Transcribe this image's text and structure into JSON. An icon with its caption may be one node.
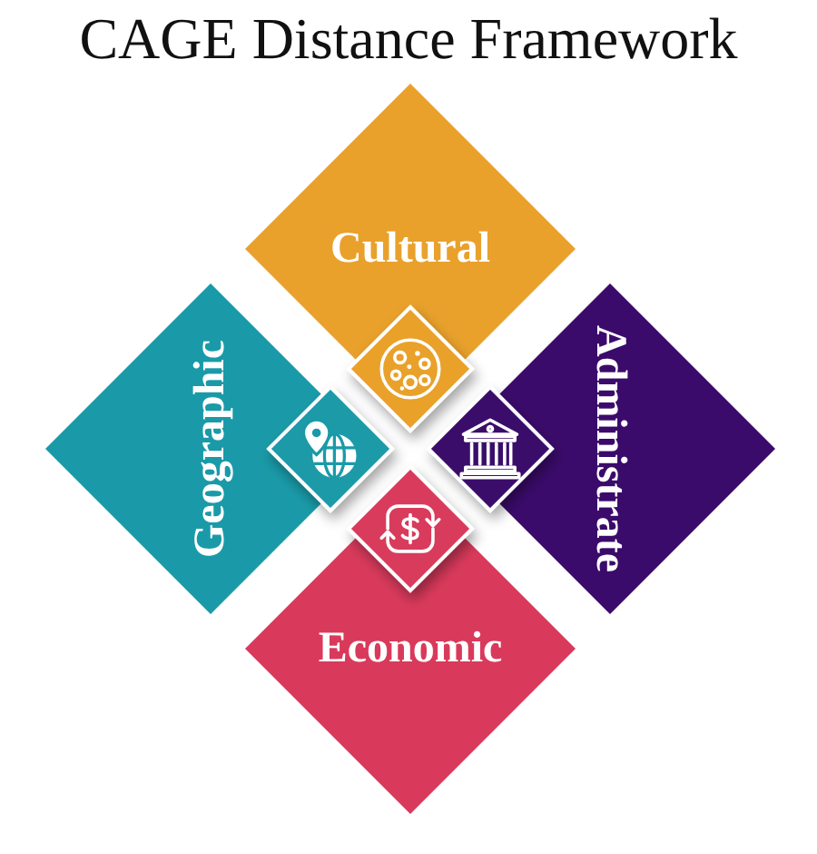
{
  "diagram": {
    "title": "CAGE Distance Framework",
    "nodes": [
      {
        "text": [
          "Cultural"
        ]
      },
      {
        "text": [
          "Geographic"
        ]
      },
      {
        "text": [
          "Administrate"
        ]
      },
      {
        "text": [
          "Economic"
        ]
      },
      {
        "text": [],
        "shape": "diamond"
      },
      {
        "text": [],
        "shape": "diamond"
      },
      {
        "text": [],
        "shape": "diamond"
      },
      {
        "text": [],
        "shape": "diamond"
      }
    ]
  }
}
